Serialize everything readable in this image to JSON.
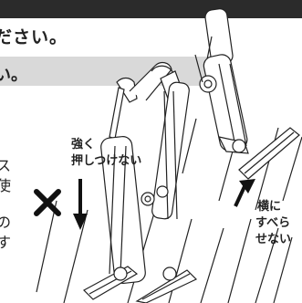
{
  "header": {
    "line1": "ださい。",
    "note": "い。"
  },
  "side_text": {
    "r1": "ス",
    "r2": "使",
    "r3": "の",
    "r4": "す"
  },
  "labels": {
    "press_line1": "強く",
    "press_line2": "押しつけない",
    "slide_line1": "横に",
    "slide_line2": "すべら",
    "slide_line3": "せない"
  },
  "colors": {
    "bar": "#2b2b2b",
    "note_bg": "#d9d9d9",
    "ink": "#222222"
  }
}
